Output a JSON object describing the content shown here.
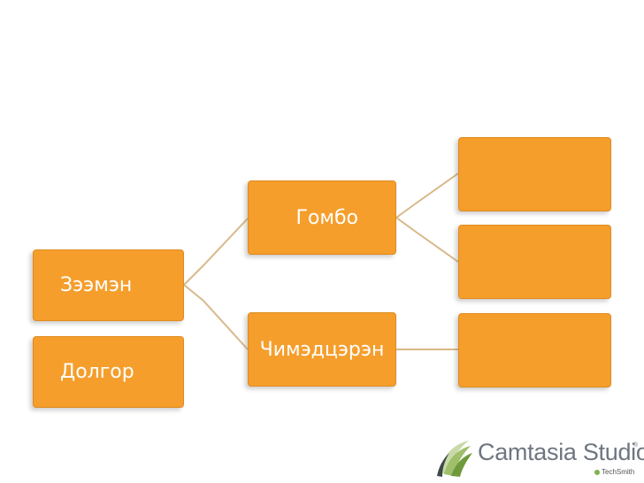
{
  "diagram": {
    "left_nodes": [
      {
        "label": "Зээмэн"
      },
      {
        "label": "Долгор"
      }
    ],
    "middle_nodes": [
      {
        "label": "Гомбо"
      },
      {
        "label": "Чимэдцэрэн"
      }
    ],
    "right_nodes": [
      {
        "label": ""
      },
      {
        "label": ""
      },
      {
        "label": ""
      }
    ],
    "colors": {
      "node_fill": "#f59e2c",
      "node_border": "#e08b1f",
      "connector": "#d8b98a",
      "text": "#ffffff"
    }
  },
  "watermark": {
    "product": "Camtasia Studio",
    "registered": "®",
    "vendor": "TechSmith"
  }
}
